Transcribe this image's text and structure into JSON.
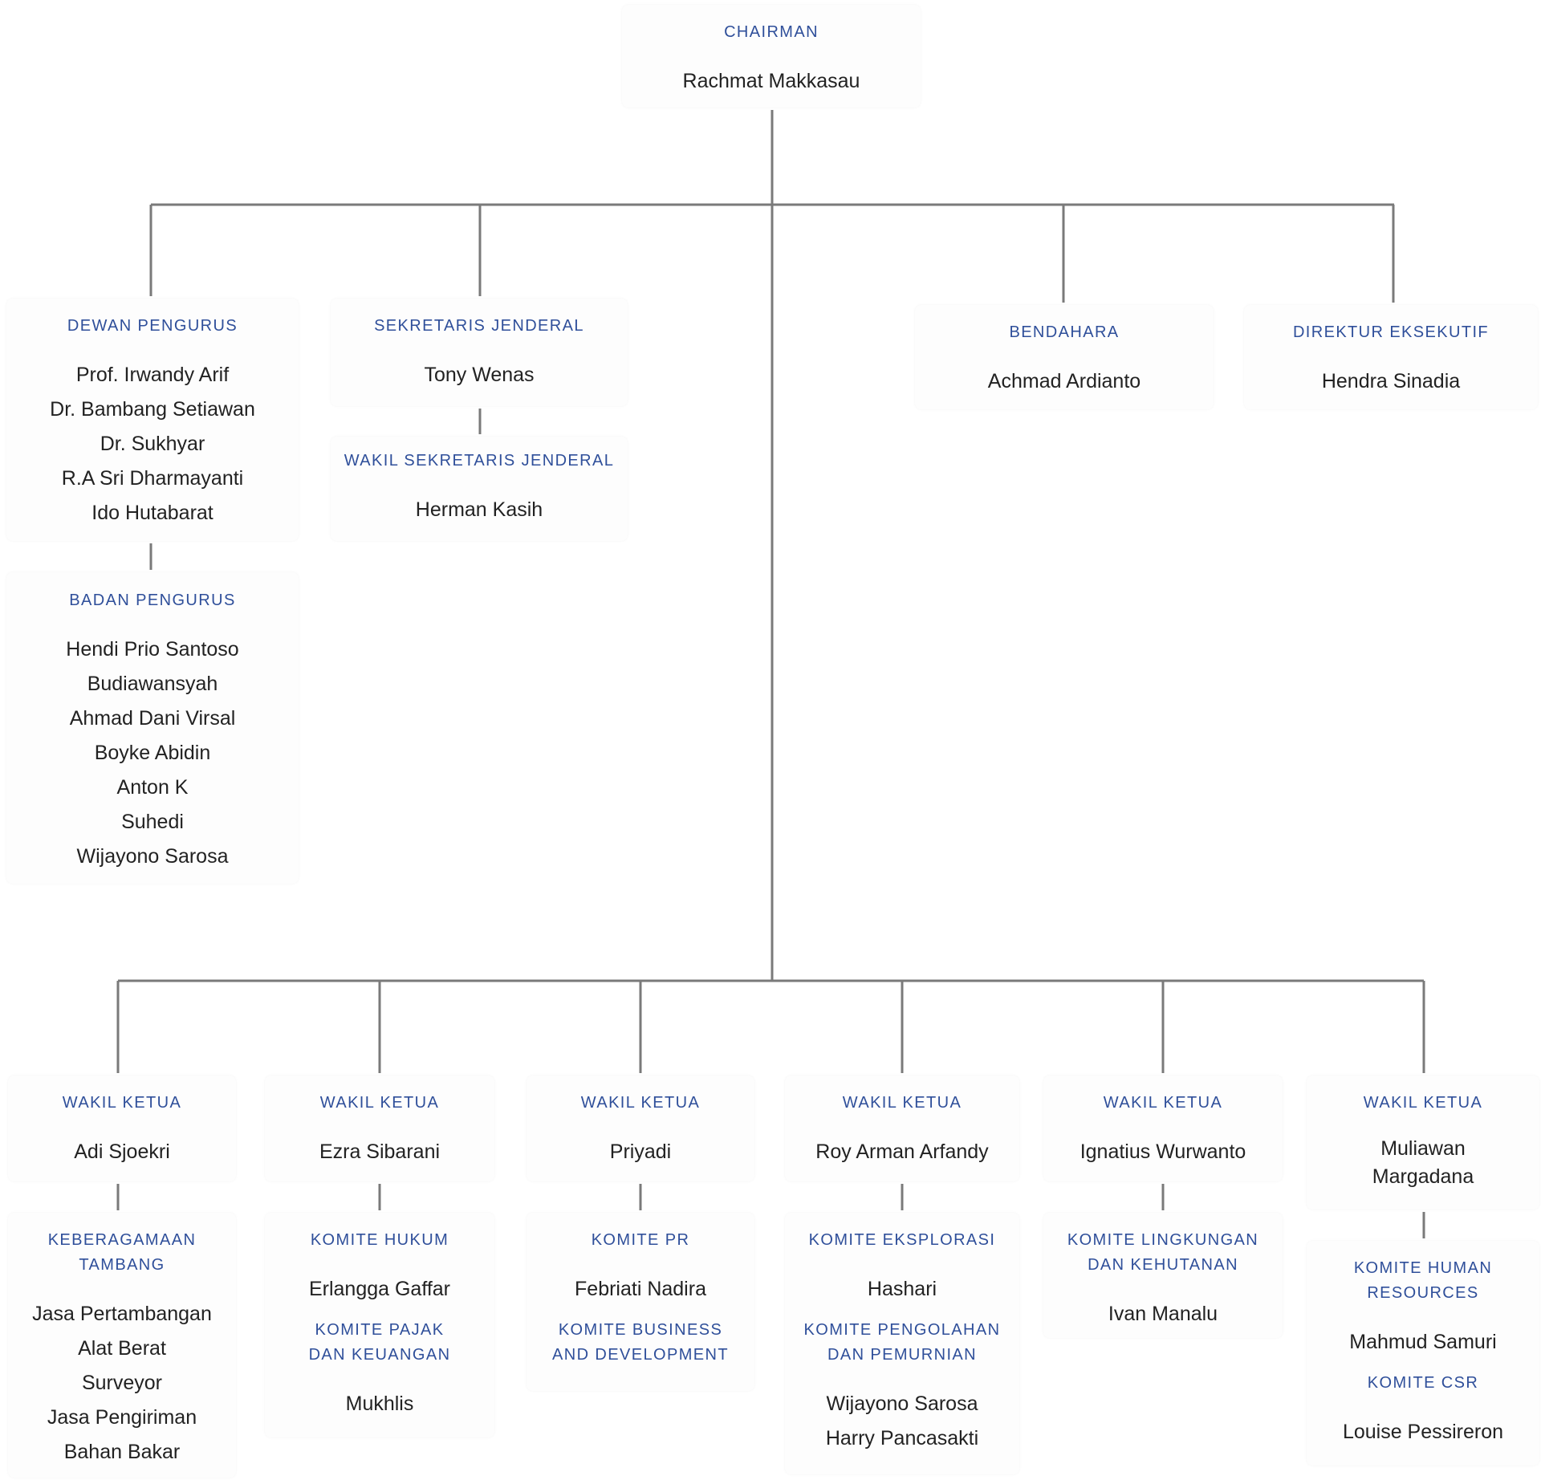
{
  "colors": {
    "role": "#2f4f9a",
    "name": "#222222",
    "line": "#7a7a7a",
    "box": "#fdfdfd"
  },
  "chairman": {
    "role": "CHAIRMAN",
    "name": "Rachmat Makkasau"
  },
  "dewan_pengurus": {
    "role": "DEWAN PENGURUS",
    "names": [
      "Prof. Irwandy Arif",
      "Dr. Bambang Setiawan",
      "Dr. Sukhyar",
      "R.A Sri Dharmayanti",
      "Ido Hutabarat"
    ]
  },
  "badan_pengurus": {
    "role": "BADAN PENGURUS",
    "names": [
      "Hendi Prio Santoso",
      "Budiawansyah",
      "Ahmad Dani Virsal",
      "Boyke Abidin",
      "Anton K",
      "Suhedi",
      "Wijayono Sarosa"
    ]
  },
  "sekretaris_jenderal": {
    "role": "SEKRETARIS JENDERAL",
    "name": "Tony Wenas"
  },
  "wakil_sekretaris_jenderal": {
    "role": "WAKIL SEKRETARIS JENDERAL",
    "name": "Herman Kasih"
  },
  "bendahara": {
    "role": "BENDAHARA",
    "name": "Achmad Ardianto"
  },
  "direktur_eksekutif": {
    "role": "DIREKTUR EKSEKUTIF",
    "name": "Hendra Sinadia"
  },
  "wakil_ketua": [
    {
      "role": "WAKIL KETUA",
      "name": "Adi Sjoekri",
      "komite": [
        {
          "role_lines": [
            "KEBERAGAMAAN",
            "TAMBANG"
          ],
          "names": [
            "Jasa Pertambangan",
            "Alat Berat",
            "Surveyor",
            "Jasa Pengiriman",
            "Bahan Bakar"
          ]
        }
      ]
    },
    {
      "role": "WAKIL KETUA",
      "name": "Ezra Sibarani",
      "komite": [
        {
          "role_lines": [
            "KOMITE HUKUM"
          ],
          "names": [
            "Erlangga Gaffar"
          ]
        },
        {
          "role_lines": [
            "KOMITE PAJAK",
            "DAN KEUANGAN"
          ],
          "names": [
            "Mukhlis"
          ]
        }
      ]
    },
    {
      "role": "WAKIL KETUA",
      "name": "Priyadi",
      "komite": [
        {
          "role_lines": [
            "KOMITE PR"
          ],
          "names": [
            "Febriati Nadira"
          ]
        },
        {
          "role_lines": [
            "KOMITE BUSINESS",
            "AND DEVELOPMENT"
          ],
          "names": []
        }
      ]
    },
    {
      "role": "WAKIL KETUA",
      "name": "Roy Arman Arfandy",
      "komite": [
        {
          "role_lines": [
            "KOMITE EKSPLORASI"
          ],
          "names": [
            "Hashari"
          ]
        },
        {
          "role_lines": [
            "KOMITE PENGOLAHAN",
            "DAN PEMURNIAN"
          ],
          "names": [
            "Wijayono Sarosa",
            "Harry Pancasakti"
          ]
        }
      ]
    },
    {
      "role": "WAKIL KETUA",
      "name": "Ignatius Wurwanto",
      "komite": [
        {
          "role_lines": [
            "KOMITE LINGKUNGAN",
            "DAN KEHUTANAN"
          ],
          "names": [
            "Ivan Manalu"
          ]
        }
      ]
    },
    {
      "role": "WAKIL KETUA",
      "name_lines": [
        "Muliawan",
        "Margadana"
      ],
      "komite": [
        {
          "role_lines": [
            "KOMITE HUMAN",
            "RESOURCES"
          ],
          "names": [
            "Mahmud Samuri"
          ]
        },
        {
          "role_lines": [
            "KOMITE CSR"
          ],
          "names": [
            "Louise Pessireron"
          ]
        }
      ]
    }
  ]
}
